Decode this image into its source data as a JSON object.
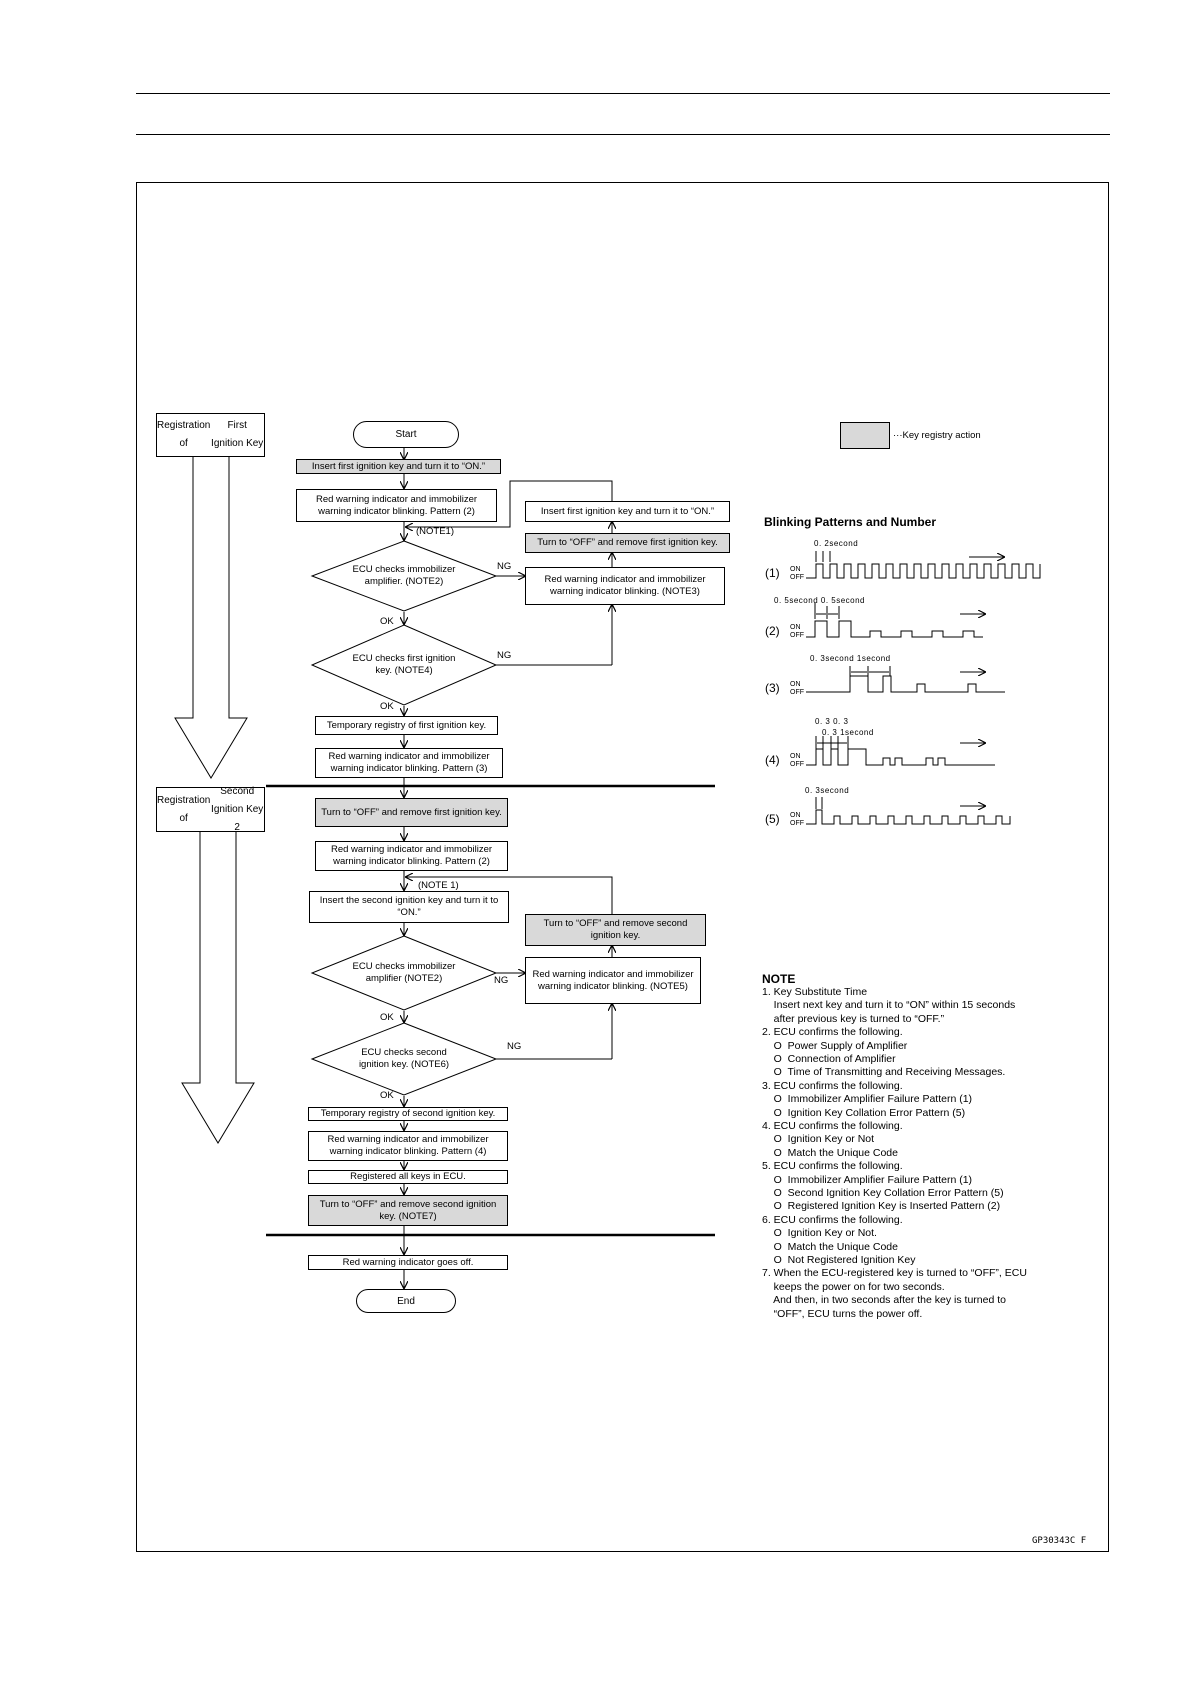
{
  "figure_code": "GP30343C F",
  "legend": {
    "text": "···Key registry action"
  },
  "stages": [
    {
      "label1": "Registration of",
      "label2": "First Ignition Key"
    },
    {
      "label1": "Registration of",
      "label2": "Second Ignition Key 2"
    }
  ],
  "flow": {
    "start": "Start",
    "end": "End",
    "f1": "Insert first ignition key and turn it to “ON.”",
    "f2": "Red warning indicator and immobilizer warning indicator blinking. Pattern (2)",
    "note1a": "(NOTE1)",
    "d1": "ECU checks immobilizer amplifier. (NOTE2)",
    "ng1": "NG",
    "ok1": "OK",
    "d2": "ECU checks first ignition key. (NOTE4)",
    "ng2": "NG",
    "ok2": "OK",
    "f3": "Temporary registry of first ignition key.",
    "f4": "Red warning indicator and immobilizer warning indicator blinking. Pattern (3)",
    "r1": "Insert first ignition key and turn it to “ON.”",
    "r2": "Turn to “OFF” and remove first ignition key.",
    "r3": "Red warning indicator and immobilizer warning indicator blinking. (NOTE3)",
    "f5": "Turn to “OFF” and remove first ignition key.",
    "f6": "Red warning indicator and immobilizer warning indicator blinking. Pattern (2)",
    "note1b": "(NOTE 1)",
    "f7": "Insert the second ignition key and turn it to “ON.”",
    "d3": "ECU checks immobilizer amplifier (NOTE2)",
    "ng3": "NG",
    "ok3": "OK",
    "d4": "ECU checks second ignition key. (NOTE6)",
    "ng4": "NG",
    "ok4": "OK",
    "r4": "Turn to “OFF” and remove second ignition key.",
    "r5": "Red warning indicator and immobilizer warning indicator blinking. (NOTE5)",
    "f8": "Temporary registry of second ignition key.",
    "f9": "Red warning indicator and immobilizer warning indicator blinking. Pattern (4)",
    "f10": "Registered all keys in ECU.",
    "f11": "Turn to “OFF” and remove second ignition key. (NOTE7)",
    "f12": "Red warning indicator goes off."
  },
  "blink": {
    "title": "Blinking Patterns and Number",
    "on": "ON",
    "off": "OFF",
    "patterns": [
      {
        "label": "(1)",
        "timing": "0. 2second"
      },
      {
        "label": "(2)",
        "timing": "0. 5second  0. 5second"
      },
      {
        "label": "(3)",
        "timing": "0. 3second  1second"
      },
      {
        "label": "(4)",
        "timing1": "0. 3  0. 3",
        "timing2": "0. 3      1second"
      },
      {
        "label": "(5)",
        "timing": "0. 3second"
      }
    ]
  },
  "notes": {
    "title": "NOTE",
    "lines": [
      "1. Key Substitute Time",
      "    Insert next key and turn it to “ON” within 15 seconds",
      "    after previous key is turned to “OFF.”",
      "2. ECU confirms the following.",
      "    O  Power Supply of Amplifier",
      "    O  Connection of Amplifier",
      "    O  Time of Transmitting and Receiving Messages.",
      "3. ECU confirms the following.",
      "    O  Immobilizer Amplifier Failure Pattern (1)",
      "    O  Ignition Key Collation Error Pattern (5)",
      "4. ECU confirms the following.",
      "    O  Ignition Key or Not",
      "    O  Match the Unique Code",
      "5. ECU confirms the following.",
      "    O  Immobilizer Amplifier Failure Pattern (1)",
      "    O  Second Ignition Key Collation Error Pattern (5)",
      "    O  Registered Ignition Key is Inserted Pattern (2)",
      "6. ECU confirms the following.",
      "    O  Ignition Key or Not.",
      "    O  Match the Unique Code",
      "    O  Not Registered Ignition Key",
      "7. When the ECU-registered key is turned to “OFF”, ECU",
      "    keeps the power on for two seconds.",
      "    And then, in two seconds after the key is turned to",
      "    “OFF”, ECU turns the power off."
    ]
  }
}
